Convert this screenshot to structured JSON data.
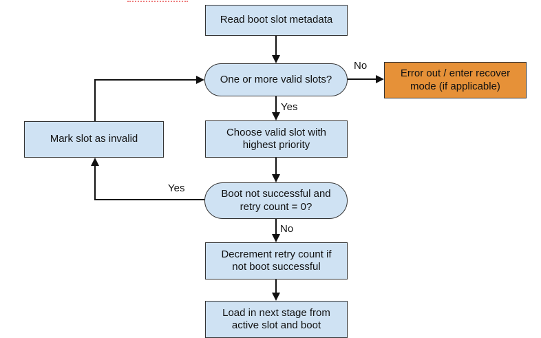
{
  "colors": {
    "process_fill": "#cfe2f3",
    "decision_fill": "#cfe2f3",
    "error_fill": "#e69138",
    "shape_border": "#333333",
    "arrow": "#111111",
    "text": "#111111",
    "marker_red": "#ee7d7d",
    "background": "#ffffff"
  },
  "flowchart": {
    "nodes": {
      "read_metadata": {
        "type": "process",
        "label": "Read boot slot metadata"
      },
      "valid_slots": {
        "type": "decision",
        "label": "One or more valid slots?"
      },
      "error_out": {
        "type": "error",
        "label": "Error out / enter recover\nmode (if applicable)"
      },
      "choose_slot": {
        "type": "process",
        "label": "Choose valid slot with\nhighest priority"
      },
      "mark_invalid": {
        "type": "process",
        "label": "Mark slot as invalid"
      },
      "boot_check": {
        "type": "decision",
        "label": "Boot not successful and\nretry count = 0?"
      },
      "decrement_retry": {
        "type": "process",
        "label": "Decrement retry count if\nnot boot successful"
      },
      "load_next": {
        "type": "process",
        "label": "Load in next stage from\nactive slot and boot"
      }
    },
    "edge_labels": {
      "valid_slots_no": "No",
      "valid_slots_yes": "Yes",
      "boot_check_yes": "Yes",
      "boot_check_no": "No"
    }
  }
}
